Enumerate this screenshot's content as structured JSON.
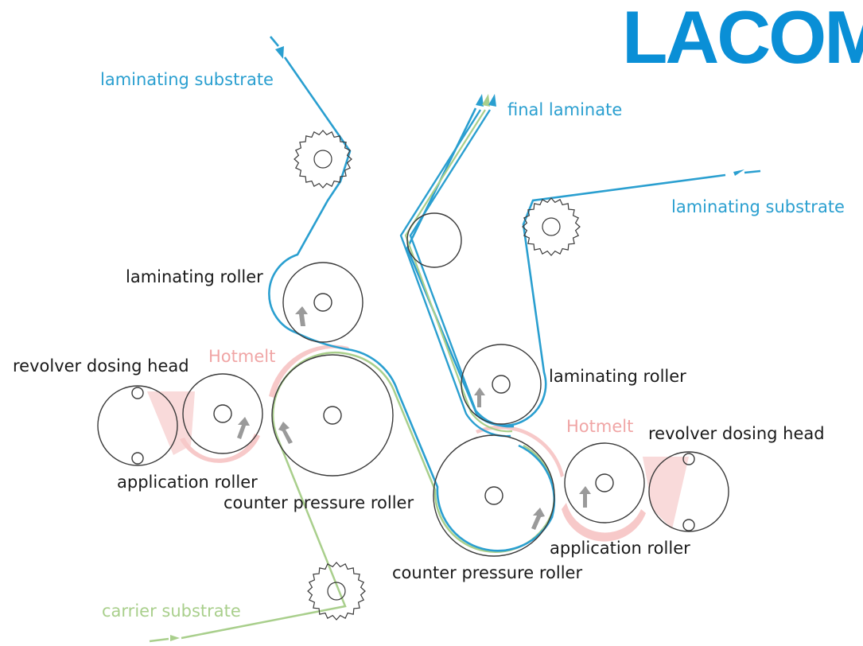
{
  "logo": {
    "text": "LACOM"
  },
  "labels": {
    "laminating_substrate_left": "laminating substrate",
    "laminating_substrate_right": "laminating substrate",
    "final_laminate": "final laminate",
    "carrier_substrate": "carrier substrate",
    "laminating_roller_left": "laminating roller",
    "laminating_roller_right": "laminating roller",
    "revolver_dosing_head_left": "revolver dosing head",
    "revolver_dosing_head_right": "revolver dosing head",
    "hotmelt_left": "Hotmelt",
    "hotmelt_right": "Hotmelt",
    "application_roller_left": "application roller",
    "application_roller_right": "application roller",
    "counter_pressure_roller_left": "counter pressure roller",
    "counter_pressure_roller_right": "counter pressure roller"
  },
  "colors": {
    "brand_blue": "#0a8fd6",
    "substrate_blue": "#2a9fd0",
    "carrier_green": "#a9cf8c",
    "hotmelt_pink": "#f4b3b3",
    "hotmelt_fill": "#f9dada",
    "roller_outline": "#3a3a3a",
    "arrow_gray": "#9a9a9a",
    "text_black": "#1a1a1a"
  }
}
